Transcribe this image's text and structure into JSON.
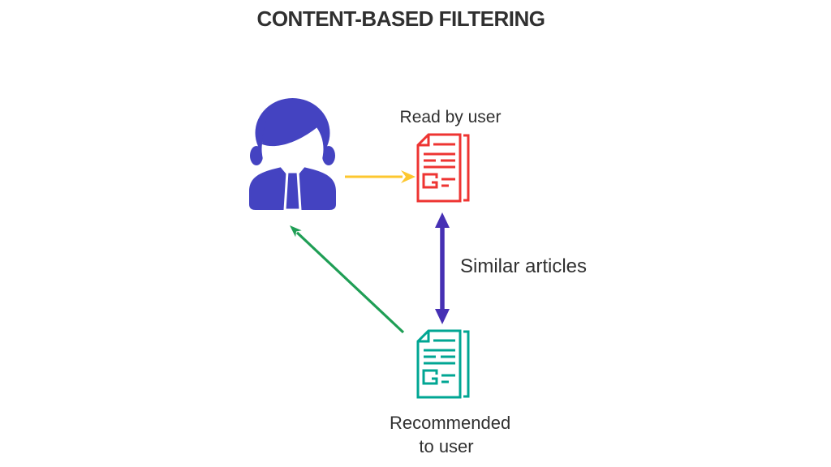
{
  "title": "CONTENT-BASED FILTERING",
  "diagram": {
    "type": "concept-diagram",
    "topic": "content-based filtering recommender system",
    "nodes": [
      {
        "id": "user",
        "kind": "person-icon",
        "label": ""
      },
      {
        "id": "read_doc",
        "kind": "article-icon",
        "label": "Read by user"
      },
      {
        "id": "recommended_doc",
        "kind": "article-icon",
        "label": "Recommended to user"
      }
    ],
    "edges": [
      {
        "from": "user",
        "to": "read_doc",
        "style": "single-arrow",
        "color_key": "arrow_read",
        "label": ""
      },
      {
        "from": "read_doc",
        "to": "recommended_doc",
        "style": "double-arrow",
        "color_key": "arrow_similar",
        "label": "Similar articles"
      },
      {
        "from": "recommended_doc",
        "to": "user",
        "style": "single-arrow",
        "color_key": "arrow_recommend",
        "label": ""
      }
    ]
  },
  "labels": {
    "read_by_user": "Read by user",
    "similar_articles": "Similar articles",
    "recommended_to_user": "Recommended to user"
  },
  "colors": {
    "person": "#4443c1",
    "doc_read": "#ee3432",
    "doc_recommended": "#00a693",
    "arrow_read": "#fdc72f",
    "arrow_similar": "#4630b4",
    "arrow_recommend": "#1f9e55",
    "text": "#303030",
    "bg": "#ffffff"
  }
}
